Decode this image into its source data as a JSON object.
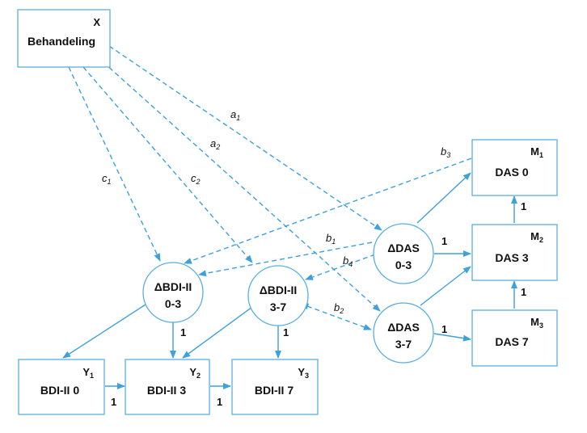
{
  "nodes": {
    "x": {
      "corner": "X",
      "label": "Behandeling"
    },
    "m1": {
      "corner": "M",
      "sub": "1",
      "label": "DAS 0"
    },
    "m2": {
      "corner": "M",
      "sub": "2",
      "label": "DAS 3"
    },
    "m3": {
      "corner": "M",
      "sub": "3",
      "label": "DAS 7"
    },
    "y1": {
      "corner": "Y",
      "sub": "1",
      "label": "BDI-II 0"
    },
    "y2": {
      "corner": "Y",
      "sub": "2",
      "label": "BDI-II 3"
    },
    "y3": {
      "corner": "Y",
      "sub": "3",
      "label": "BDI-II 7"
    },
    "d_das03": {
      "line1": "ΔDAS",
      "line2": "0-3"
    },
    "d_das37": {
      "line1": "ΔDAS",
      "line2": "3-7"
    },
    "d_bdi03": {
      "line1": "ΔBDI-II",
      "line2": "0-3"
    },
    "d_bdi37": {
      "line1": "ΔBDI-II",
      "line2": "3-7"
    }
  },
  "paths": {
    "a1": {
      "base": "a",
      "sub": "1"
    },
    "a2": {
      "base": "a",
      "sub": "2"
    },
    "b1": {
      "base": "b",
      "sub": "1"
    },
    "b2": {
      "base": "b",
      "sub": "2"
    },
    "b3": {
      "base": "b",
      "sub": "3"
    },
    "b4": {
      "base": "b",
      "sub": "4"
    },
    "c1": {
      "base": "c",
      "sub": "1"
    },
    "c2": {
      "base": "c",
      "sub": "2"
    }
  },
  "fixed_paths": {
    "label": "1"
  },
  "colors": {
    "arrow": "#3ea0dc",
    "border": "#5aaee0"
  }
}
